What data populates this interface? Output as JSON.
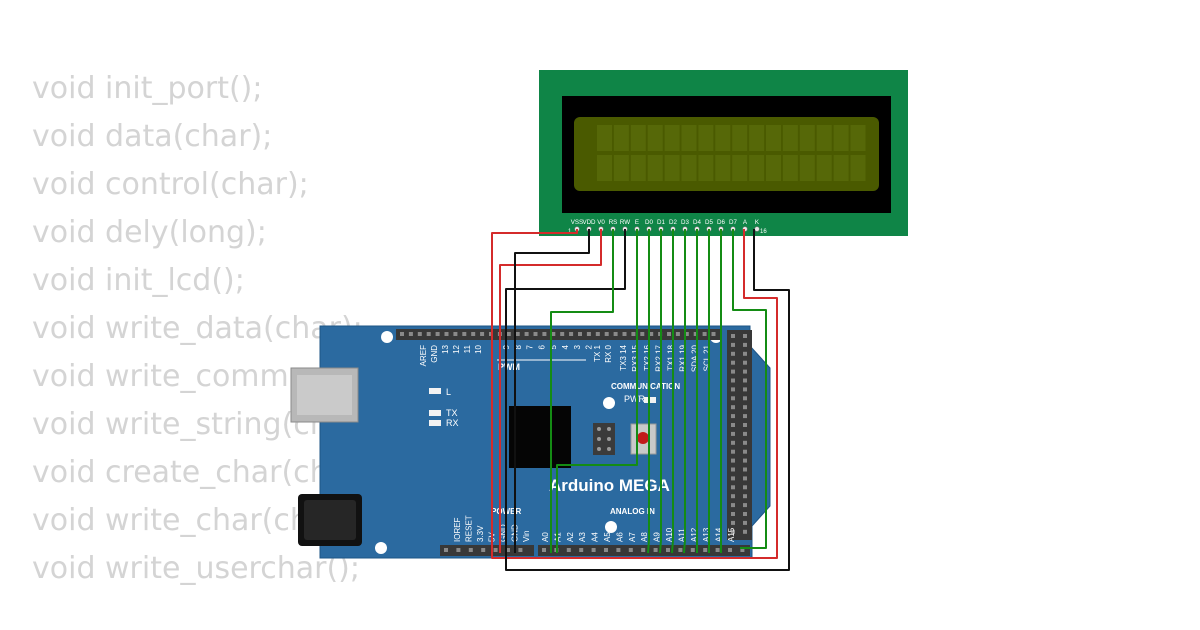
{
  "code_lines": [
    "void init_port();",
    "void data(char);",
    "void control(char);",
    "void dely(long);",
    "void init_lcd();",
    "void write_data(char);",
    "void write_command(char);",
    "void write_string(char*);",
    "void create_char(char addr, char data1[]);",
    "void write_char(char);",
    "void write_userchar();"
  ],
  "board": {
    "name": "Arduino MEGA",
    "pwm_label": "PWM",
    "comm_label": "COMMUNICATION",
    "power_label": "POWER",
    "analog_label": "ANALOG IN",
    "pwr_led_label": "PWR",
    "l_label": "L",
    "tx_label": "TX",
    "rx_label": "RX",
    "top_pins_left": [
      "AREF",
      "GND",
      "13",
      "12",
      "11",
      "10"
    ],
    "top_pins_pwm": [
      "9",
      "8",
      "7",
      "6",
      "5",
      "4",
      "3",
      "2"
    ],
    "top_pins_txrx": [
      "TX 1",
      "RX 0"
    ],
    "top_pins_comm": [
      "TX3 14",
      "RX3 15",
      "TX2 16",
      "RX2 17",
      "TX1 18",
      "RX1 19",
      "SDA 20",
      "SCL 21"
    ],
    "power_pins": [
      "IOREF",
      "RESET",
      "3.3V",
      "5V",
      "GND",
      "GND",
      "Vin"
    ],
    "analog_pins": [
      "A0",
      "A1",
      "A2",
      "A3",
      "A4",
      "A5",
      "A6",
      "A7",
      "A8",
      "A9",
      "A10",
      "A11",
      "A12",
      "A13",
      "A14",
      "A15"
    ]
  },
  "lcd": {
    "pin_labels": [
      "VSS",
      "VDD",
      "V0",
      "RS",
      "RW",
      "E",
      "D0",
      "D1",
      "D2",
      "D3",
      "D4",
      "D5",
      "D6",
      "D7",
      "A",
      "K"
    ],
    "pin_first": "1",
    "pin_last": "16"
  },
  "colors": {
    "board": "#2b6aa0",
    "lcd_pcb": "#0f8547",
    "lcd_screen": "#4a5a00",
    "wire_power": "#d42b2b",
    "wire_ground": "#111111",
    "wire_data": "#148c14",
    "code_text": "#d4d4d4"
  }
}
